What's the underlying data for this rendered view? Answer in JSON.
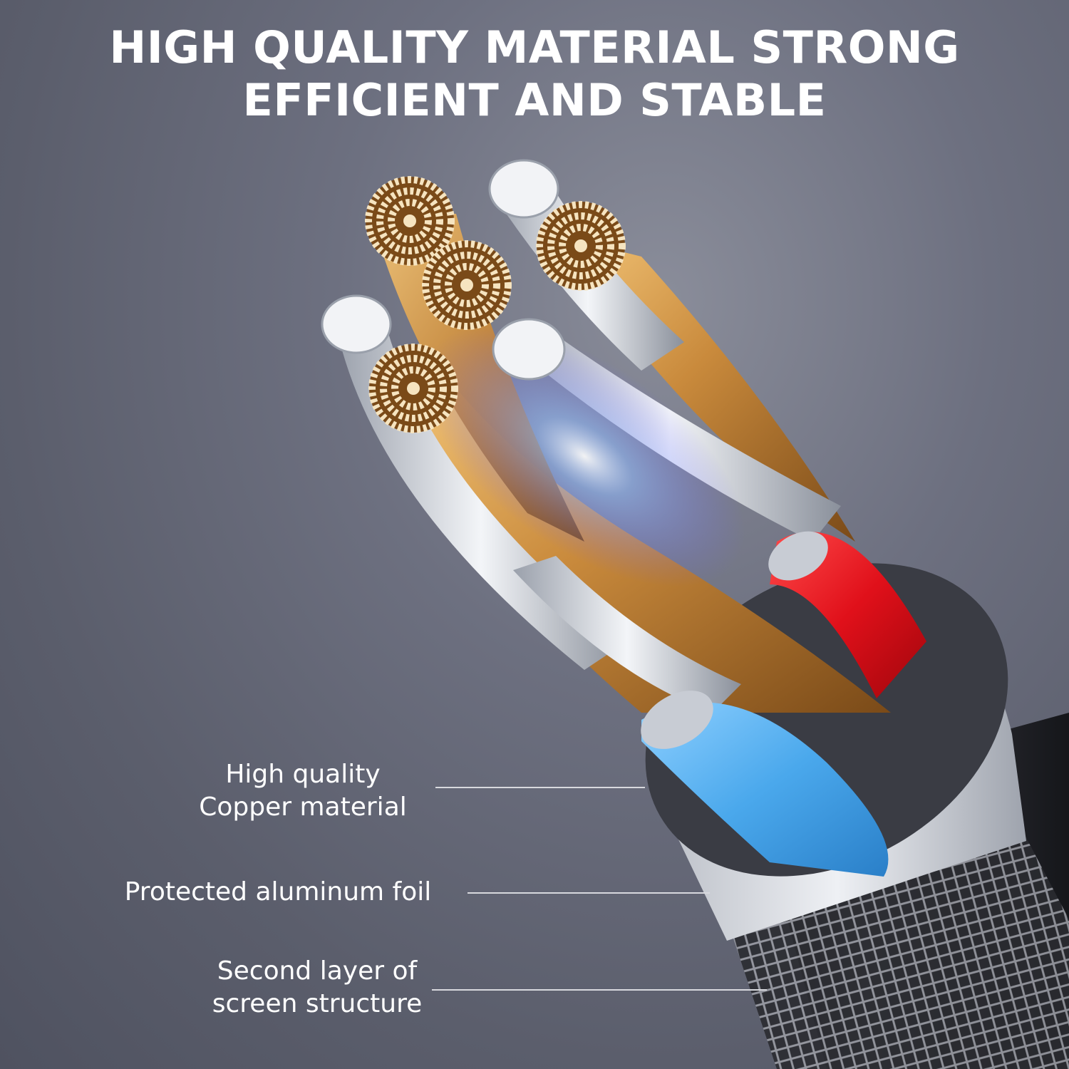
{
  "headline": {
    "line1": "HIGH QUALITY MATERIAL STRONG",
    "line2": "EFFICIENT AND STABLE"
  },
  "callouts": {
    "copper_line1": "High quality",
    "copper_line2": "Copper material",
    "foil": "Protected aluminum foil",
    "screen_line1": "Second layer of",
    "screen_line2": "screen structure"
  },
  "colors": {
    "background": "#6d7080",
    "copper": "#c98a3c",
    "red_insulation": "#e0101a",
    "blue_insulation": "#5ab3f0",
    "silver_wire": "#d9dde4",
    "jacket": "#2a2b30",
    "text": "#ffffff"
  }
}
